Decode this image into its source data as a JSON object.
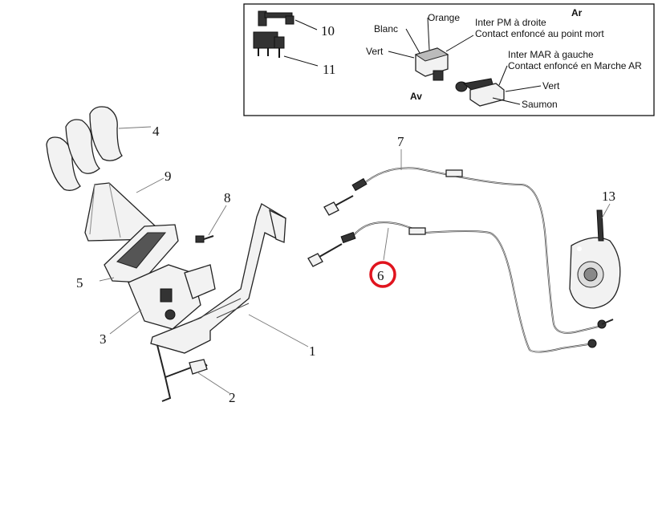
{
  "inset": {
    "callouts": {
      "part10": "10",
      "part11": "11"
    },
    "orientation": {
      "rear": "Ar",
      "front": "Av"
    },
    "switch_pm": {
      "title": "Inter PM à droite",
      "description": "Contact enfoncé au point mort",
      "wires": {
        "white": "Blanc",
        "orange": "Orange",
        "green": "Vert"
      }
    },
    "switch_mar": {
      "title": "Inter MAR à gauche",
      "description": "Contact enfoncé en Marche AR",
      "wires": {
        "green": "Vert",
        "salmon": "Saumon"
      }
    }
  },
  "callouts": {
    "p1": "1",
    "p2": "2",
    "p3": "3",
    "p4": "4",
    "p5": "5",
    "p6": "6",
    "p7": "7",
    "p8": "8",
    "p9": "9",
    "p13": "13"
  },
  "highlight": {
    "part": "6",
    "color": "#e0141e"
  }
}
